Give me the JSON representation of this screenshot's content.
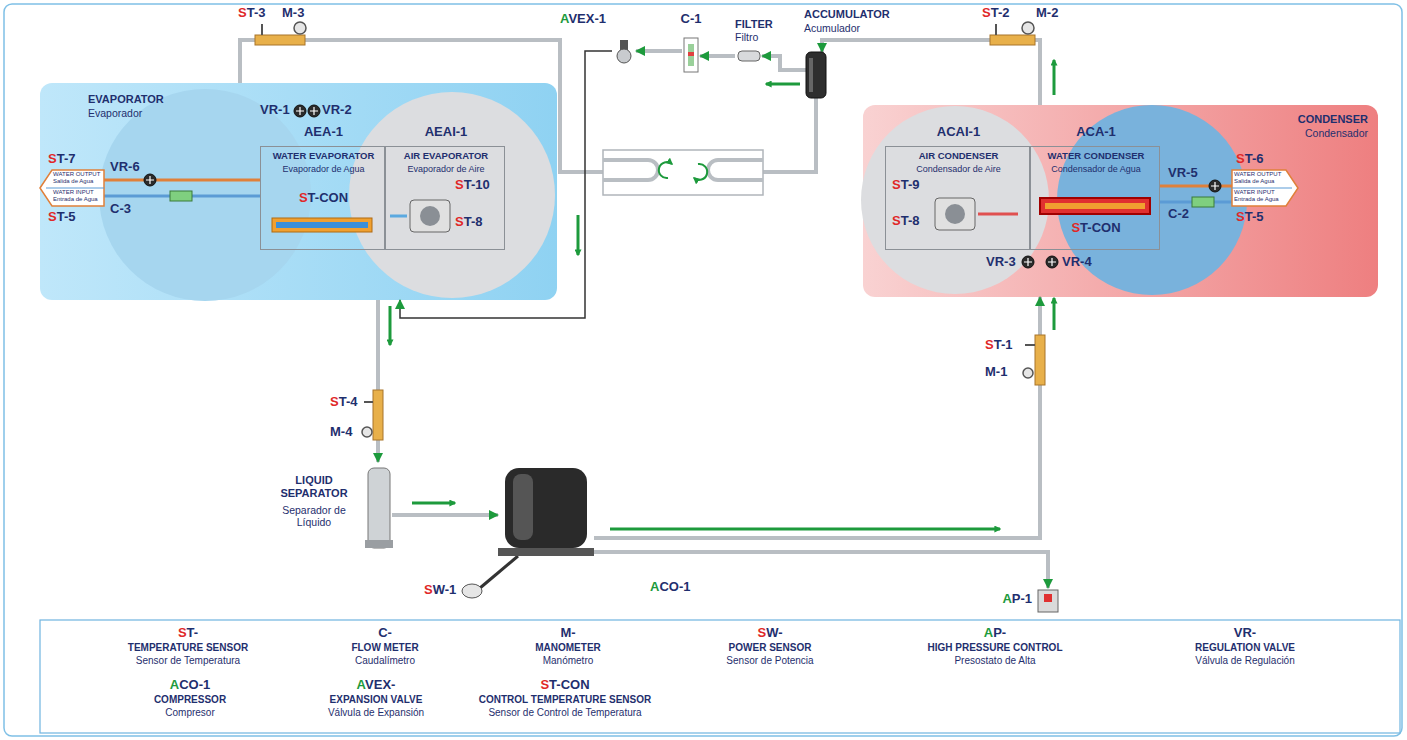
{
  "diagram": {
    "nodes": [
      {
        "text": [
          "EVAPORATOR",
          "Evaporador"
        ]
      },
      {
        "text": [
          "AEA-1",
          "WATER EVAPORATOR",
          "Evaporador de Agua",
          "ST-CON"
        ],
        "in": 0
      },
      {
        "text": [
          "AEAI-1",
          "AIR EVAPORATOR",
          "Evaporador de Aire"
        ],
        "in": 0
      },
      {
        "text": [
          "AVEX-1"
        ]
      },
      {
        "text": [
          "C-1"
        ]
      },
      {
        "text": [
          "FILTER",
          "Filtro"
        ]
      },
      {
        "text": [
          "ACCUMULATOR",
          "Acumulador"
        ]
      },
      {
        "text": [
          "CONDENSER",
          "Condensador"
        ]
      },
      {
        "text": [
          "ACAI-1",
          "AIR CONDENSER",
          "Condensador de Aire"
        ],
        "in": 7
      },
      {
        "text": [
          "ACA-1",
          "WATER CONDENSER",
          "Condensador de Agua",
          "ST-CON"
        ],
        "in": 7
      },
      {
        "text": [
          "LIQUID SEPARATOR",
          "Separador de Líquido"
        ]
      },
      {
        "text": [
          "ACO-1"
        ]
      },
      {
        "text": [
          "AP-1"
        ]
      },
      {
        "text": [
          "ST-",
          "TEMPERATURE SENSOR",
          "Sensor de Temperatura",
          "C-",
          "FLOW METER",
          "Caudalímetro",
          "M-",
          "MANOMETER",
          "Manómetro",
          "SW-",
          "POWER SENSOR",
          "Sensor de Potencia",
          "AP-",
          "HIGH PRESSURE CONTROL",
          "Presostato de Alta",
          "VR-",
          "REGULATION VALVE",
          "Válvula de Regulación",
          "ACO-1",
          "COMPRESSOR",
          "Compresor",
          "AVEX-",
          "EXPANSION VALVE",
          "Válvula de Expansión",
          "ST-CON",
          "CONTROL TEMPERATURE SENSOR",
          "Sensor de Control de Temperatura"
        ]
      }
    ],
    "edges": [
      {
        "from": 11,
        "to": 12,
        "arrow": "to"
      },
      {
        "from": 11,
        "to": 7,
        "arrow": "to"
      },
      {
        "from": 7,
        "to": 6,
        "arrow": "to"
      },
      {
        "from": 6,
        "to": 5,
        "arrow": "to"
      },
      {
        "from": 5,
        "to": 4,
        "arrow": "to"
      },
      {
        "from": 4,
        "to": 3,
        "arrow": "to"
      },
      {
        "from": 3,
        "to": 0,
        "arrow": "to"
      },
      {
        "from": 0,
        "to": 10,
        "arrow": "to"
      },
      {
        "from": 10,
        "to": 11,
        "arrow": "to"
      }
    ],
    "labels": [
      "ST-3",
      "M-3",
      "ST-2",
      "M-2",
      "VR-1",
      "VR-2",
      "ST-7",
      "VR-6",
      "C-3",
      "ST-5",
      "WATER OUTPUT Salida de Agua",
      "WATER INPUT Entrada de Agua",
      "ST-10",
      "ST-8",
      "ST-9",
      "ST-8",
      "VR-5",
      "ST-6",
      "C-2",
      "ST-5",
      "WATER OUTPUT Salida de Agua",
      "WATER INPUT Entrada de Agua",
      "VR-3",
      "VR-4",
      "ST-4",
      "M-4",
      "ST-1",
      "M-1",
      "SW-1"
    ]
  }
}
